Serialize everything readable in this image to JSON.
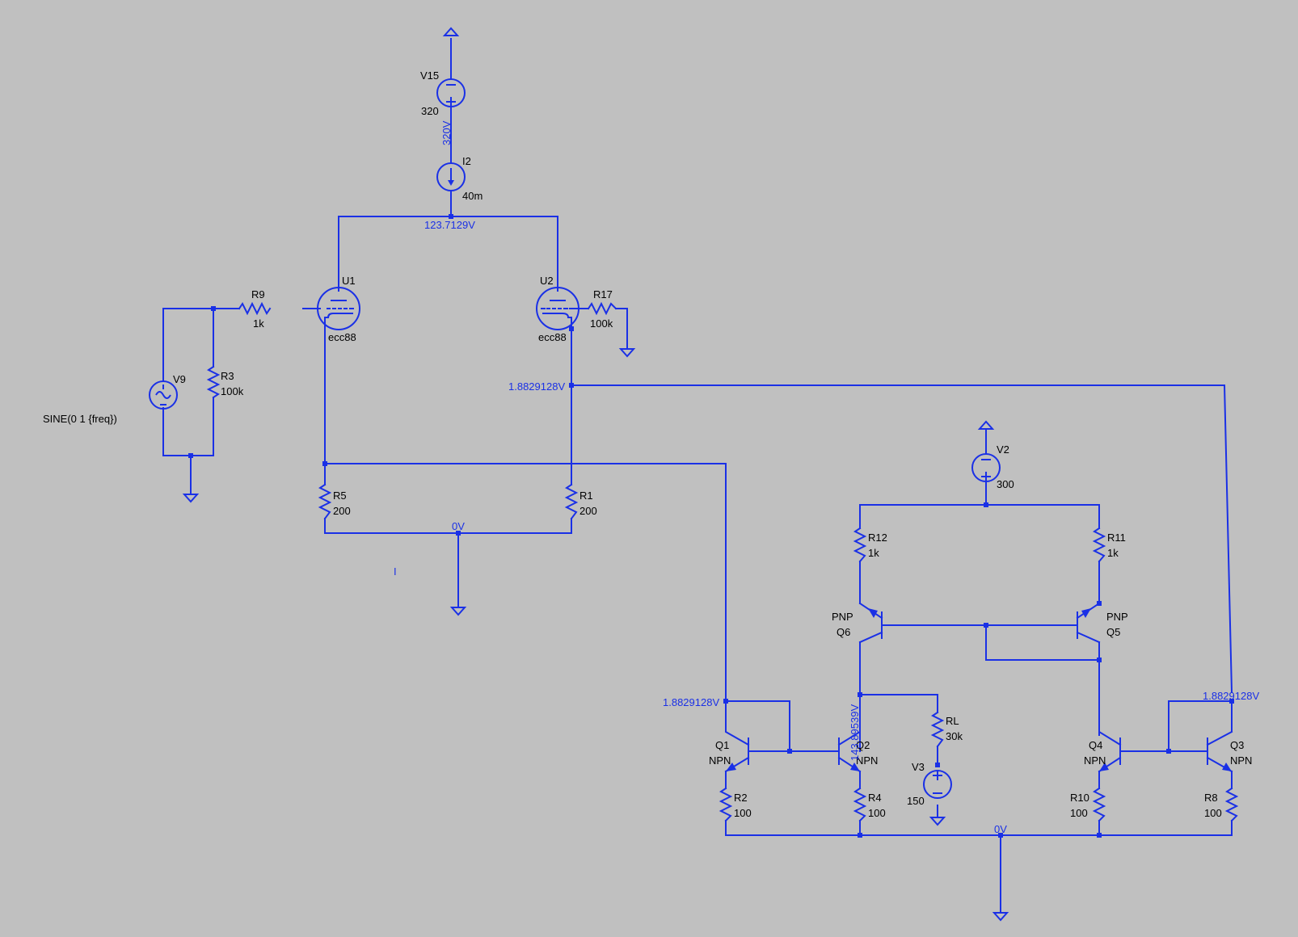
{
  "colors": {
    "background": "#c0c0c0",
    "wire": "#1a30e6",
    "label": "#000000",
    "voltage_label": "#1a30e6"
  },
  "components": {
    "v15": {
      "name": "V15",
      "value": "320"
    },
    "i2": {
      "name": "I2",
      "value": "40m"
    },
    "u1": {
      "name": "U1",
      "model": "ecc88"
    },
    "u2": {
      "name": "U2",
      "model": "ecc88"
    },
    "r9": {
      "name": "R9",
      "value": "1k"
    },
    "r17": {
      "name": "R17",
      "value": "100k"
    },
    "v9": {
      "name": "V9",
      "value": "SINE(0 1 {freq})"
    },
    "r3": {
      "name": "R3",
      "value": "100k"
    },
    "r5": {
      "name": "R5",
      "value": "200"
    },
    "r1": {
      "name": "R1",
      "value": "200"
    },
    "v2": {
      "name": "V2",
      "value": "300"
    },
    "r12": {
      "name": "R12",
      "value": "1k"
    },
    "r11": {
      "name": "R11",
      "value": "1k"
    },
    "q6": {
      "name": "Q6",
      "type": "PNP"
    },
    "q5": {
      "name": "Q5",
      "type": "PNP"
    },
    "q1": {
      "name": "Q1",
      "type": "NPN"
    },
    "q2": {
      "name": "Q2",
      "type": "NPN"
    },
    "q3": {
      "name": "Q3",
      "type": "NPN"
    },
    "q4": {
      "name": "Q4",
      "type": "NPN"
    },
    "r2": {
      "name": "R2",
      "value": "100"
    },
    "r4": {
      "name": "R4",
      "value": "100"
    },
    "r10": {
      "name": "R10",
      "value": "100"
    },
    "r8": {
      "name": "R8",
      "value": "100"
    },
    "rl": {
      "name": "RL",
      "value": "30k"
    },
    "v3": {
      "name": "V3",
      "value": "150"
    }
  },
  "node_voltages": {
    "v15_out": "320V",
    "anode_common": "123.7129V",
    "u2_cathode": "1.8829128V",
    "tube_ground": "0V",
    "q1_collector": "1.8829128V",
    "output_node": "143.89539V",
    "q3_collector": "1.8829128V",
    "bjt_ground": "0V"
  },
  "misc": {
    "cursor_mark": "I"
  }
}
